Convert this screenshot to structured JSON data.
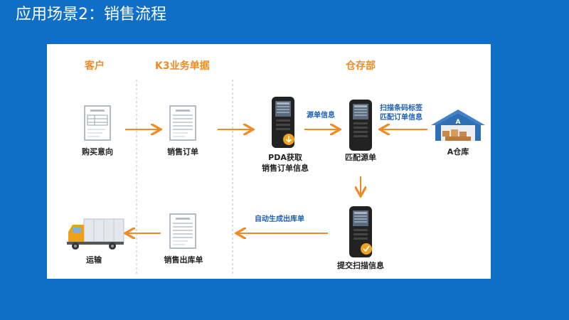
{
  "slide": {
    "title": "应用场景2：销售流程"
  },
  "columns": {
    "customer": "客户",
    "k3": "K3业务单据",
    "warehouse": "仓存部"
  },
  "nodes": {
    "purchase_intent": "购买意向",
    "sales_order": "销售订单",
    "pda_get": [
      "PDA获取",
      "销售订单信息"
    ],
    "match_source": "匹配源单",
    "warehouse_a": "A仓库",
    "warehouse_letter": "A",
    "submit_scan": "提交扫描信息",
    "sales_outbound": "销售出库单",
    "transport": "运输"
  },
  "arrow_labels": {
    "source_info": "源单信息",
    "scan_barcode": [
      "扫描条码标签",
      "匹配订单信息"
    ],
    "auto_generate": "自动生成出库单"
  },
  "colors": {
    "accent": "#ef8a25",
    "blue_label": "#1e5fb3",
    "background": "#0f6fc6"
  }
}
